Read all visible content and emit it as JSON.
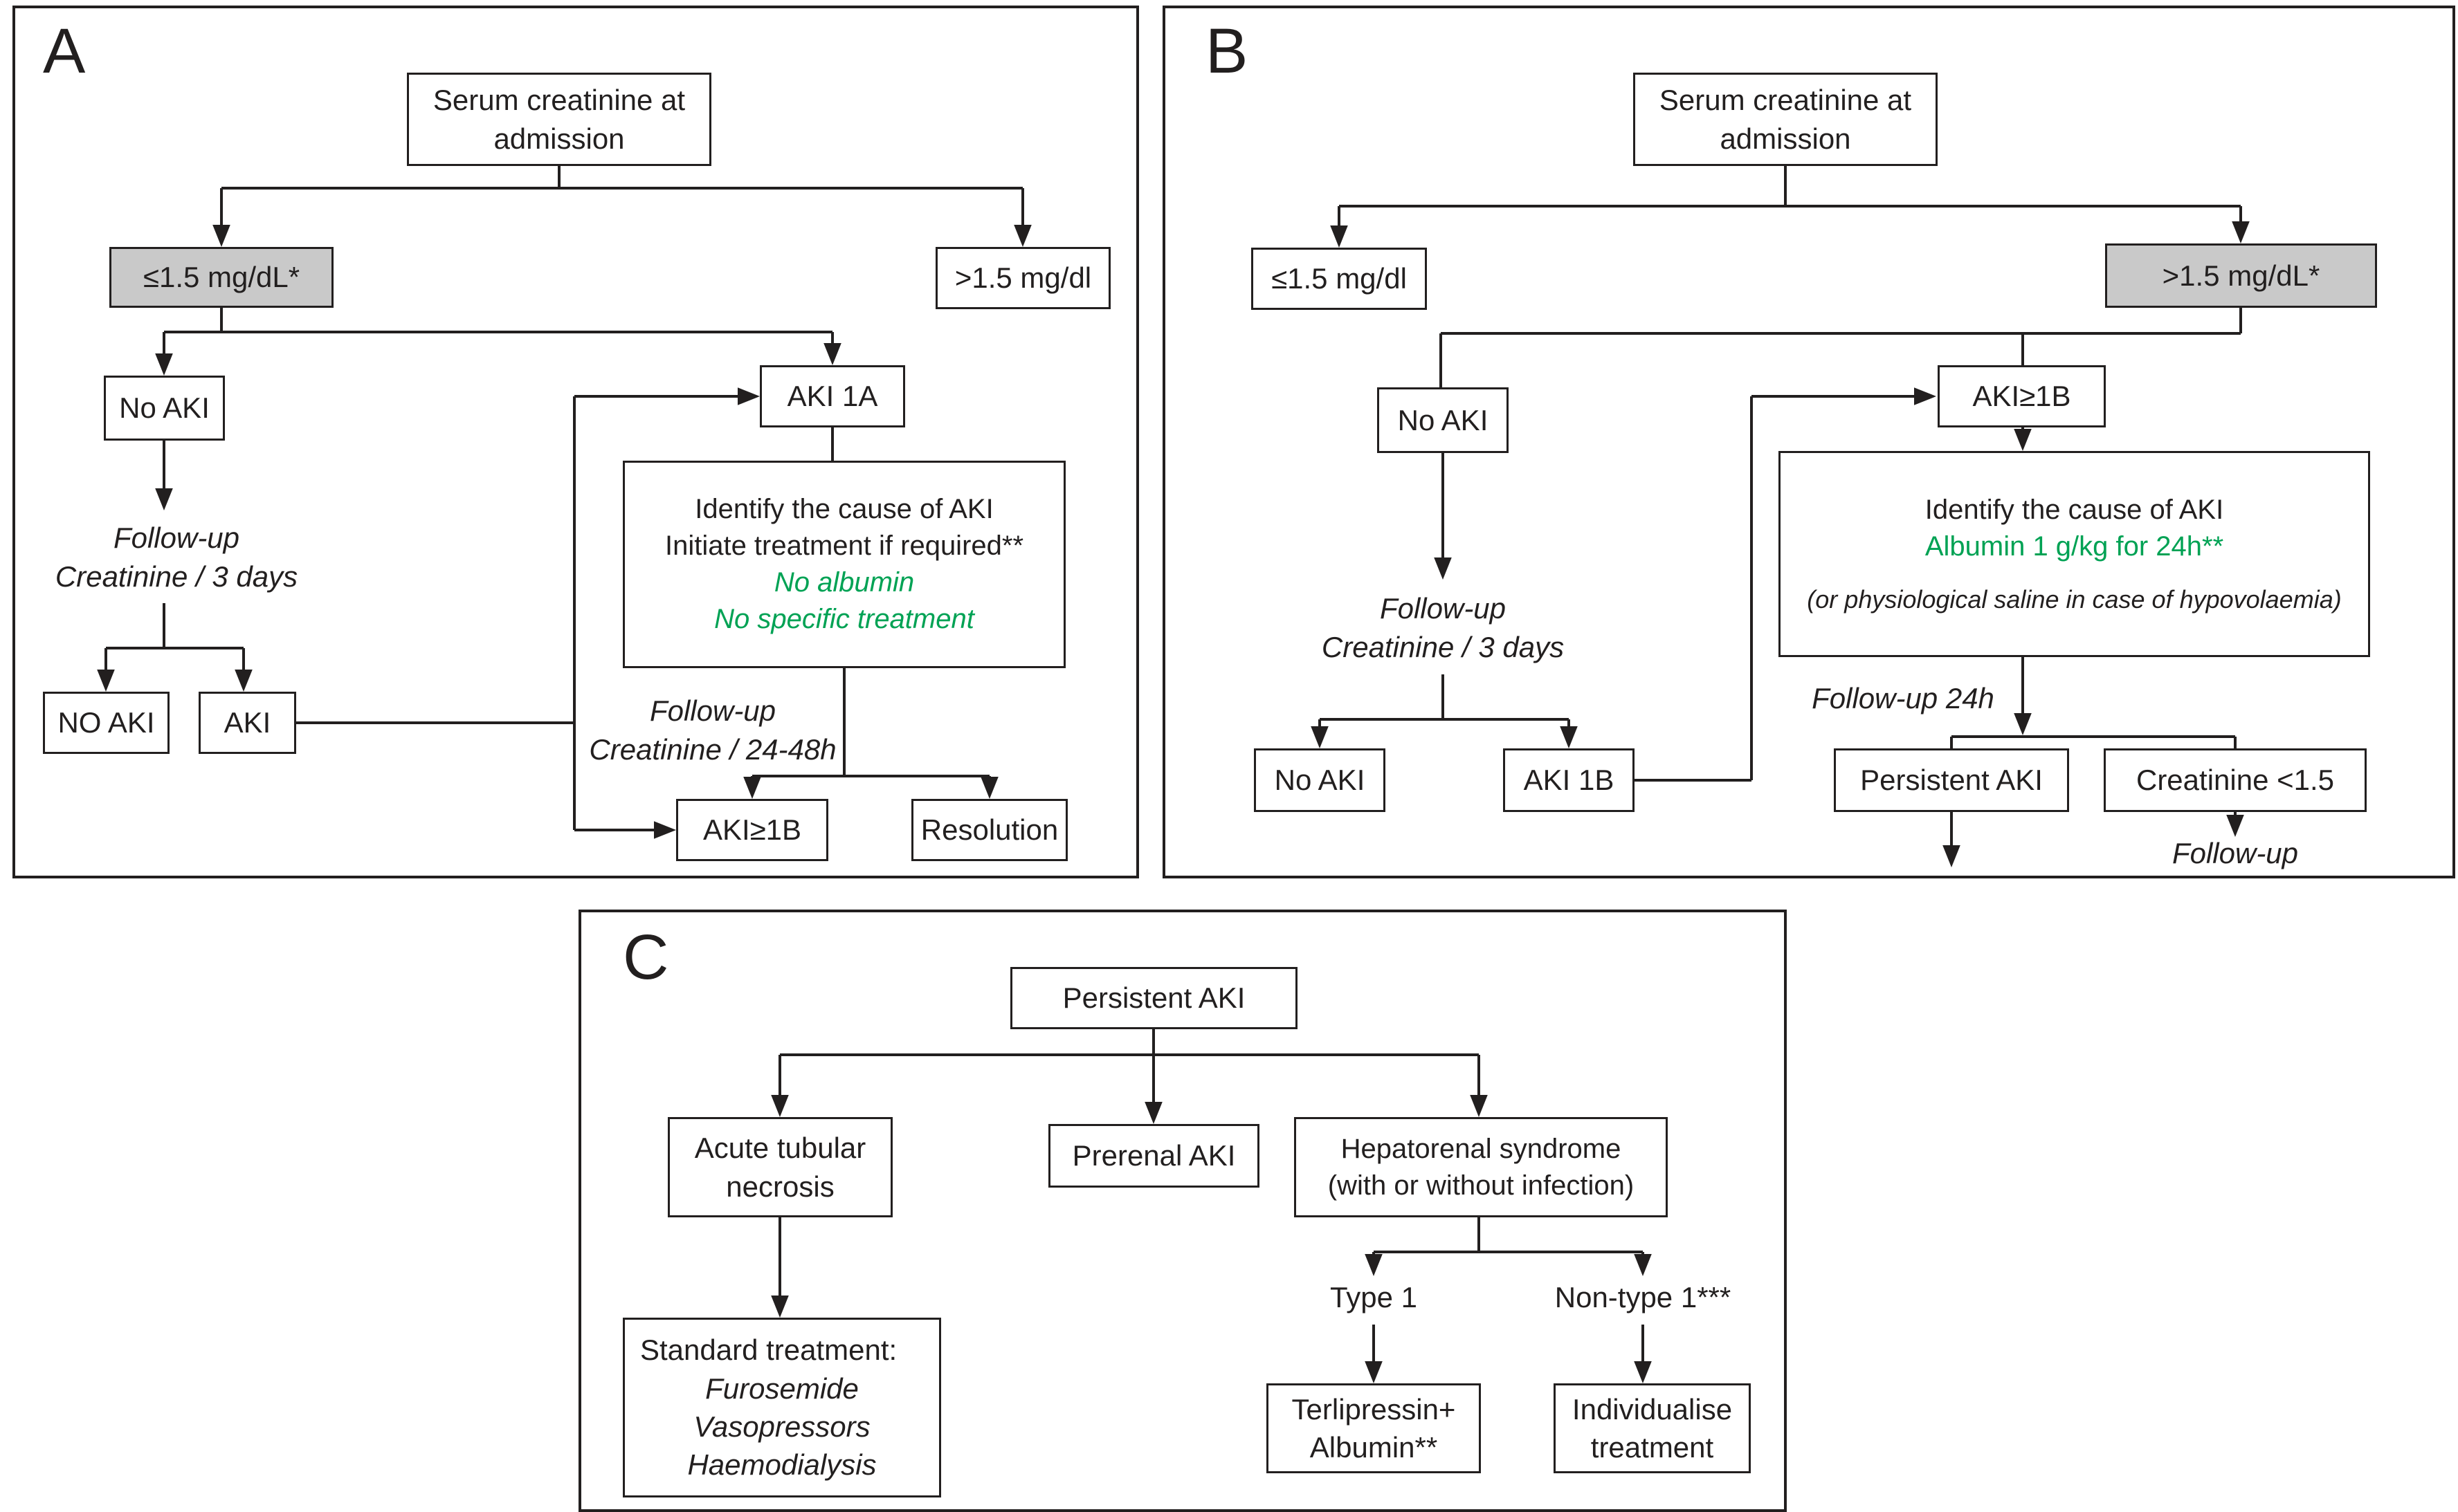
{
  "colors": {
    "ink": "#221f1f",
    "green": "#00a254",
    "gray_fill": "#c9c9c9"
  },
  "panel_a": {
    "label": "A",
    "serum": {
      "l1": "Serum creatinine at",
      "l2": "admission"
    },
    "le15": "≤1.5 mg/dL*",
    "gt15": ">1.5 mg/dl",
    "no_aki": "No AKI",
    "aki_1a": "AKI 1A",
    "followup_3d": {
      "l1": "Follow-up",
      "l2": "Creatinine / 3 days"
    },
    "no_aki_caps": "NO AKI",
    "aki": "AKI",
    "identify": {
      "l1": "Identify the cause of AKI",
      "l2": "Initiate treatment if required**",
      "l3": "No albumin",
      "l4": "No specific treatment"
    },
    "followup_2448": {
      "l1": "Follow-up",
      "l2": "Creatinine / 24-48h"
    },
    "aki_ge1b": "AKI≥1B",
    "resolution": "Resolution"
  },
  "panel_b": {
    "label": "B",
    "serum": {
      "l1": "Serum creatinine at",
      "l2": "admission"
    },
    "le15": "≤1.5 mg/dl",
    "gt15": ">1.5 mg/dL*",
    "no_aki": "No AKI",
    "aki_ge1b": "AKI≥1B",
    "identify": {
      "l1": "Identify the cause of AKI",
      "l2": "Albumin 1 g/kg for 24h**",
      "l3": "(or physiological saline in case of hypovolaemia)"
    },
    "followup_3d": {
      "l1": "Follow-up",
      "l2": "Creatinine / 3 days"
    },
    "no_aki_2": "No AKI",
    "aki_1b": "AKI 1B",
    "followup_24h": "Follow-up 24h",
    "persistent": "Persistent AKI",
    "creat_lt15": "Creatinine <1.5",
    "followup": "Follow-up"
  },
  "panel_c": {
    "label": "C",
    "persistent": "Persistent AKI",
    "atn": {
      "l1": "Acute tubular",
      "l2": "necrosis"
    },
    "prerenal": "Prerenal AKI",
    "hrs": {
      "l1": "Hepatorenal syndrome",
      "l2": "(with or without infection)"
    },
    "standard": {
      "l1": "Standard treatment:",
      "l2": "Furosemide",
      "l3": "Vasopressors",
      "l4": "Haemodialysis"
    },
    "type1": "Type 1",
    "non_type1": "Non-type 1***",
    "terlipressin": {
      "l1": "Terlipressin+",
      "l2": "Albumin**"
    },
    "individualise": {
      "l1": "Individualise",
      "l2": "treatment"
    }
  }
}
